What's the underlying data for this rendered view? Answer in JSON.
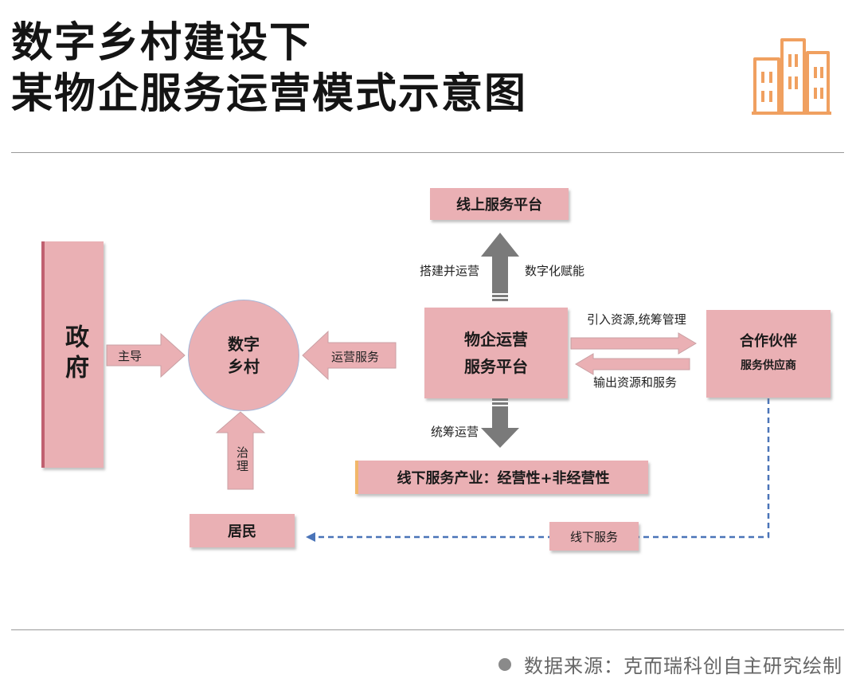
{
  "title": {
    "line1": "数字乡村建设下",
    "line2": "某物企服务运营模式示意图"
  },
  "logo_icon": "buildings-icon",
  "colors": {
    "box_fill": "#eab0b4",
    "arrow_gray": "#7a7a7a",
    "dashed_blue": "#4a74b8",
    "logo_orange": "#f0a060"
  },
  "nodes": {
    "government": "政府",
    "digital_village": {
      "line1": "数字",
      "line2": "乡村"
    },
    "residents": "居民",
    "online_platform": "线上服务平台",
    "platform": {
      "line1": "物企运营",
      "line2": "服务平台"
    },
    "partner": {
      "line1": "合作伙伴",
      "line2": "服务供应商"
    },
    "offline_industry": "线下服务产业：经营性+非经营性"
  },
  "edges": {
    "lead": "主导",
    "operation_service": "运营服务",
    "governance": "治理",
    "build_operate": "搭建并运营",
    "digital_empower": "数字化赋能",
    "coordinate_operation": "统筹运营",
    "introduce_resources": "引入资源,统筹管理",
    "output_resources": "输出资源和服务",
    "offline_service": "线下服务"
  },
  "source": "数据来源：克而瑞科创自主研究绘制"
}
